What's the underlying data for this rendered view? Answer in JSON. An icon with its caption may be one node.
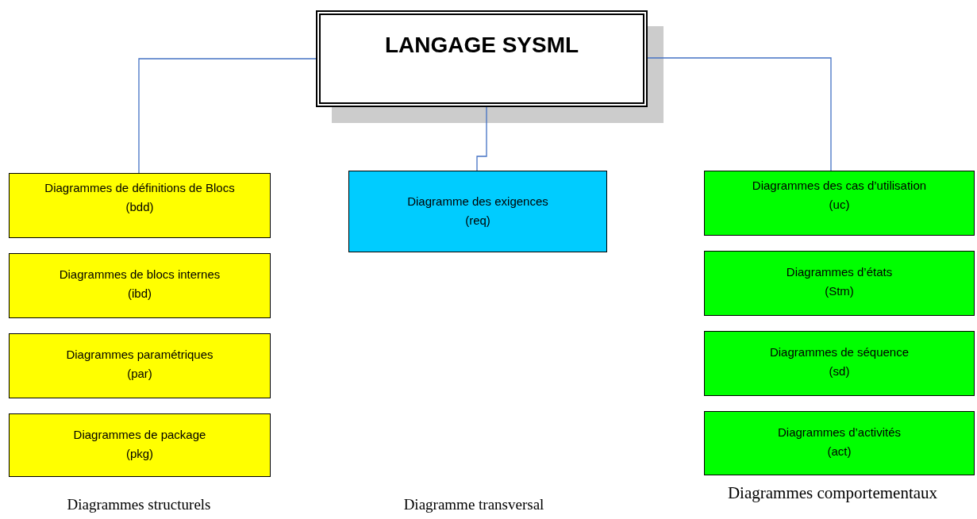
{
  "diagram": {
    "nodes": [
      {
        "text": [
          "LANGAGE SYSML"
        ]
      },
      {
        "text": [
          "Diagrammes de définitions de Blocs",
          "(bdd)"
        ]
      },
      {
        "text": [
          "Diagrammes de blocs internes",
          "(ibd)"
        ]
      },
      {
        "text": [
          "Diagrammes paramétriques",
          "(par)"
        ]
      },
      {
        "text": [
          "Diagrammes de package",
          "(pkg)"
        ]
      },
      {
        "text": [
          "Diagramme des exigences",
          "(req)"
        ]
      },
      {
        "text": [
          "Diagrammes des cas d’utilisation",
          "(uc)"
        ]
      },
      {
        "text": [
          "Diagrammes d’états",
          "(Stm)"
        ]
      },
      {
        "text": [
          "Diagrammes de séquence",
          "(sd)"
        ]
      },
      {
        "text": [
          "Diagrammes d’activités",
          "(act)"
        ]
      }
    ],
    "edges": [
      {
        "from": 0,
        "to": 1,
        "arrow": "none"
      },
      {
        "from": 0,
        "to": 5,
        "arrow": "none"
      },
      {
        "from": 0,
        "to": 6,
        "arrow": "none"
      }
    ],
    "labels": [
      "Diagrammes structurels",
      "Diagramme transversal",
      "Diagrammes comportementaux"
    ]
  }
}
